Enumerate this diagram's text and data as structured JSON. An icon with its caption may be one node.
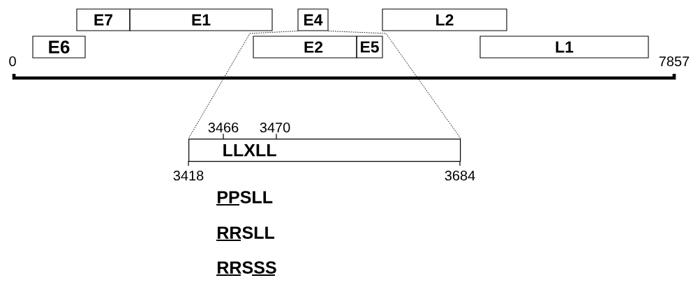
{
  "diagram": {
    "nodes": [
      {
        "text": [
          "E7"
        ]
      },
      {
        "text": [
          "E1"
        ]
      },
      {
        "text": [
          "E4"
        ]
      },
      {
        "text": [
          "L2"
        ]
      },
      {
        "text": [
          "E6"
        ]
      },
      {
        "text": [
          "E2"
        ]
      },
      {
        "text": [
          "E5"
        ]
      },
      {
        "text": [
          "L1"
        ]
      },
      {
        "text": [
          "LLXLL"
        ]
      }
    ],
    "edges": [
      {
        "from": 2,
        "to": 8,
        "arrow": "none",
        "style": "dashed"
      },
      {
        "from": 2,
        "to": 8,
        "arrow": "none",
        "style": "dashed"
      }
    ],
    "labels": [
      "0",
      "7857",
      "3466",
      "3470",
      "3418",
      "3684",
      "PPSLL",
      "RRSLL",
      "RRSSS"
    ]
  }
}
